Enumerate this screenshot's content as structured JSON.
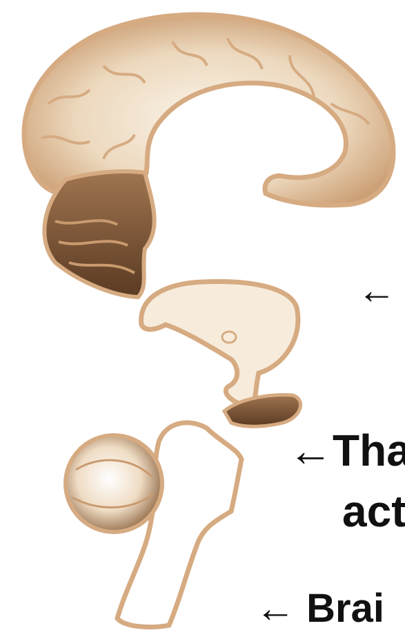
{
  "labels": {
    "limbic_arrow": "←",
    "thalamus_line1": "←Tha",
    "thalamus_line2": "act",
    "brainstem": "← Brai"
  },
  "colors": {
    "outline": "#d6ab82",
    "fill_light": "#f7ecdc",
    "fill_mid": "#c9a07a",
    "fill_dark": "#6e4a2c",
    "text": "#111111"
  }
}
